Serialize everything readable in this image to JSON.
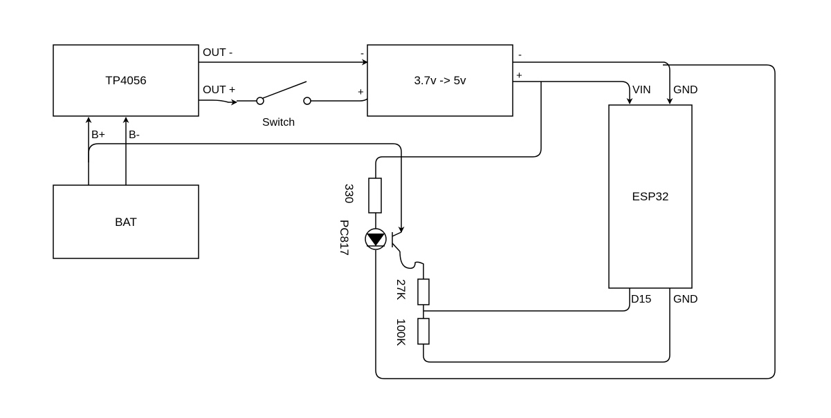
{
  "blocks": {
    "tp4056": "TP4056",
    "converter": "3.7v -> 5v",
    "battery": "BAT",
    "esp32": "ESP32"
  },
  "pins": {
    "out_minus": "OUT -",
    "out_plus": "OUT +",
    "b_plus": "B+",
    "b_minus": "B-",
    "conv_in_minus": "-",
    "conv_in_plus": "+",
    "conv_out_minus": "-",
    "conv_out_plus": "+",
    "vin": "VIN",
    "gnd_top": "GND",
    "d15": "D15",
    "gnd_bottom": "GND"
  },
  "components": {
    "switch": "Switch",
    "resistor_led": "330",
    "optocoupler": "PC817",
    "resistor_top_divider": "27K",
    "resistor_bottom_divider": "100K"
  }
}
